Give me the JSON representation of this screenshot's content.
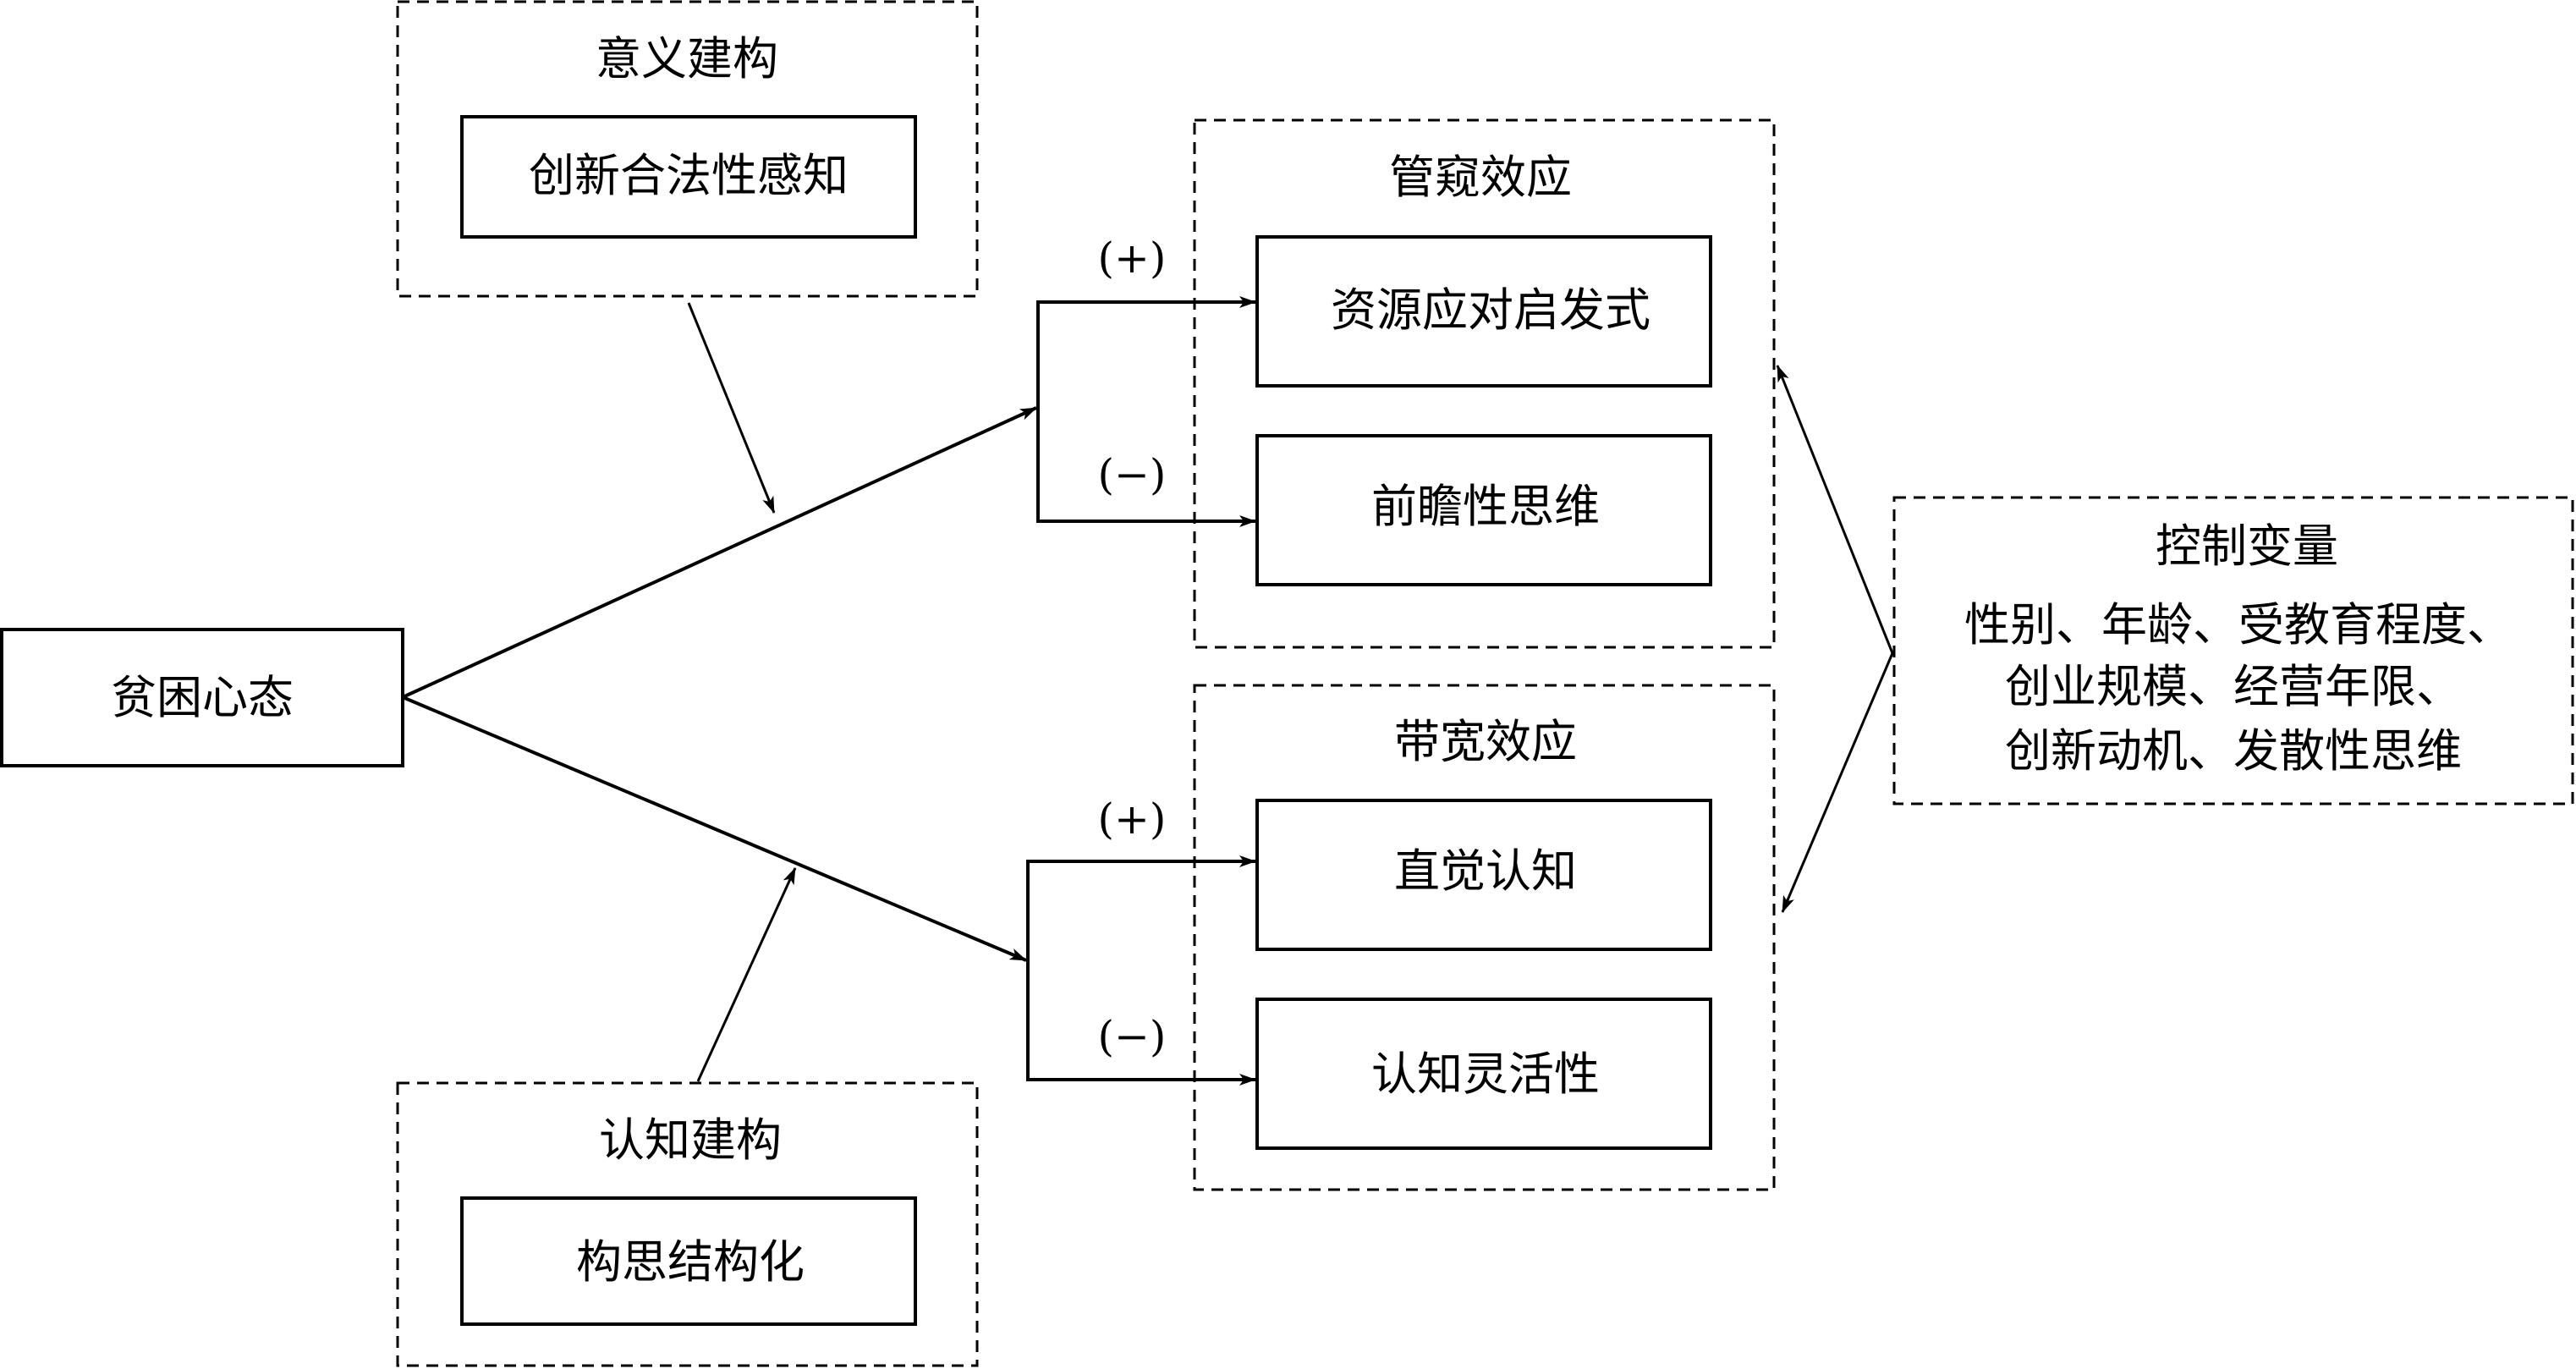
{
  "nodes": {
    "poverty_mindset": "贫困心态",
    "meaning_construction": {
      "title": "意义建构",
      "item": "创新合法性感知"
    },
    "cognitive_construction": {
      "title": "认知建构",
      "item": "构思结构化"
    },
    "tunneling_effect": {
      "title": "管窥效应",
      "items": [
        "资源应对启发式",
        "前瞻性思维"
      ]
    },
    "bandwidth_effect": {
      "title": "带宽效应",
      "items": [
        "直觉认知",
        "认知灵活性"
      ]
    },
    "control_variables": {
      "title": "控制变量",
      "lines": [
        "性别、年龄、受教育程度、",
        "创业规模、经营年限、",
        "创新动机、发散性思维"
      ]
    }
  },
  "signs": {
    "tunneling": [
      "(+)",
      "(−)"
    ],
    "bandwidth": [
      "(+)",
      "(−)"
    ]
  },
  "colors": {
    "stroke": "#000000",
    "background": "#ffffff"
  }
}
